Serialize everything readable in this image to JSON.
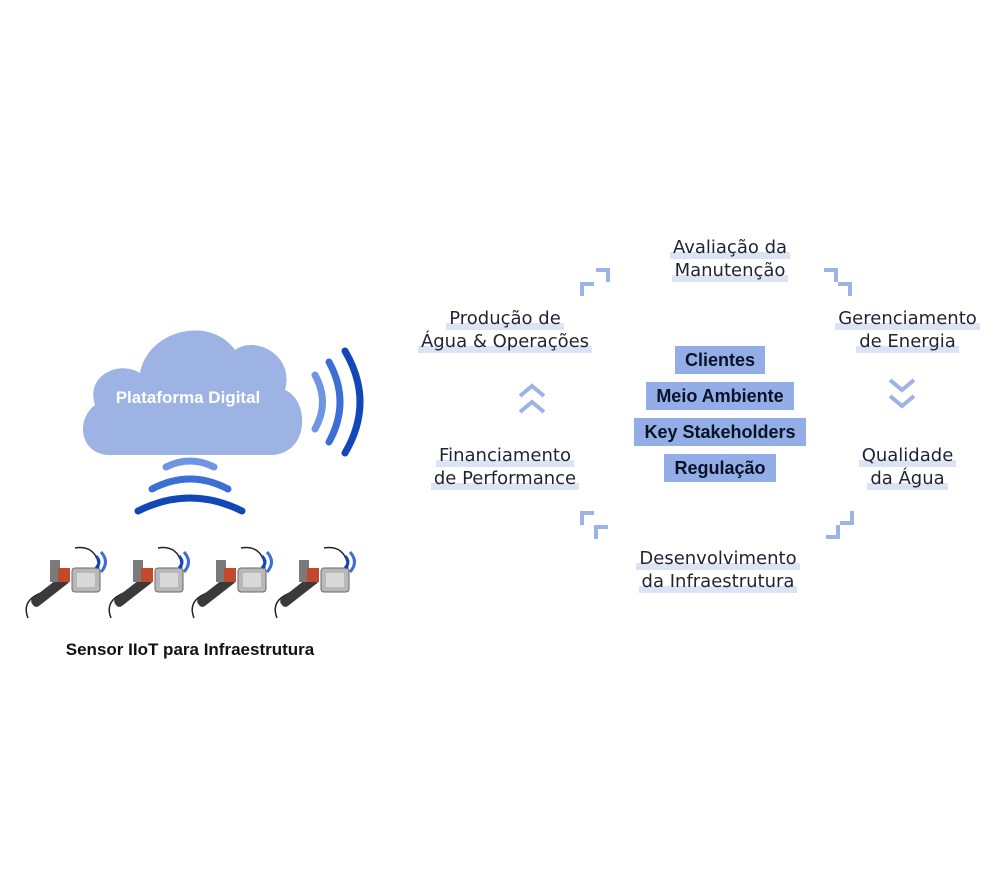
{
  "cloud": {
    "label": "Plataforma Digital"
  },
  "sensors": {
    "caption": "Sensor IIoT para Infraestrutura",
    "count": 4
  },
  "cycle": {
    "top": [
      "Avaliação da",
      "Manutenção"
    ],
    "top_left": [
      "Produção de",
      "Água & Operações"
    ],
    "top_right": [
      "Gerenciamento",
      "de Energia"
    ],
    "bottom_left": [
      "Financiamento",
      "de Performance"
    ],
    "bottom_right": [
      "Qualidade",
      "da Água"
    ],
    "bottom": [
      "Desenvolvimento",
      "da Infraestrutura"
    ]
  },
  "center": {
    "items": [
      "Clientes",
      "Meio Ambiente",
      "Key Stakeholders",
      "Regulação"
    ]
  },
  "colors": {
    "cloud": "#9db3e3",
    "wave_dark": "#1346b8",
    "wave_mid": "#3b6fd6",
    "wave_light": "#6f95e3",
    "chevron": "#9cb3e6",
    "center_box": "#93aee6",
    "label_highlight": "#dbe3f5"
  }
}
